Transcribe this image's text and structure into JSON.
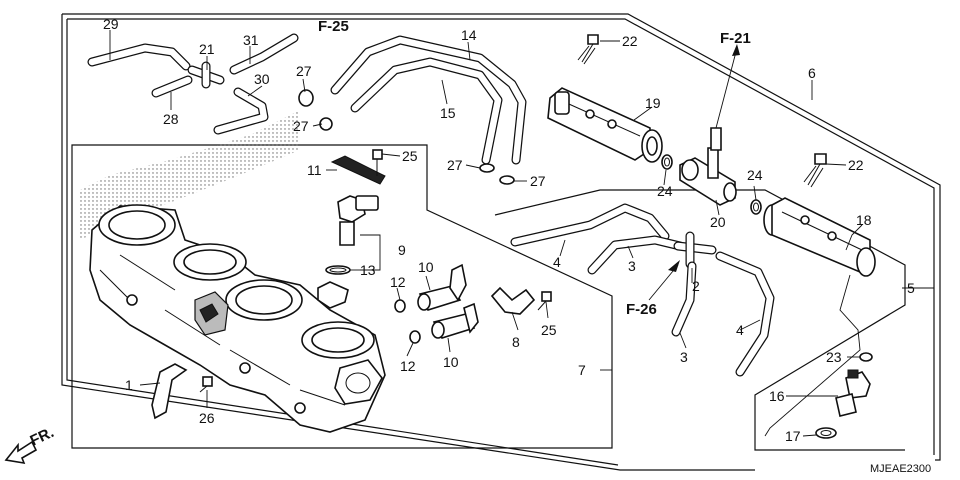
{
  "diagram": {
    "drawing_code": "MJEAE2300",
    "direction_label": "FR.",
    "refs": {
      "f25": "F-25",
      "f21": "F-21",
      "f26": "F-26"
    },
    "callouts": {
      "c29": "29",
      "c21": "21",
      "c31": "31",
      "c30": "30",
      "c28": "28",
      "c27a": "27",
      "c27b": "27",
      "c27c": "27",
      "c27d": "27",
      "c14": "14",
      "c15": "15",
      "c22a": "22",
      "c22b": "22",
      "c6": "6",
      "c19": "19",
      "c11": "11",
      "c25a": "25",
      "c25b": "25",
      "c9": "9",
      "c13": "13",
      "c12a": "12",
      "c12b": "12",
      "c10a": "10",
      "c10b": "10",
      "c8": "8",
      "c24a": "24",
      "c24b": "24",
      "c20": "20",
      "c18": "18",
      "c4a": "4",
      "c4b": "4",
      "c3a": "3",
      "c3b": "3",
      "c2": "2",
      "c5": "5",
      "c7": "7",
      "c1": "1",
      "c26": "26",
      "c23": "23",
      "c16": "16",
      "c17": "17"
    }
  }
}
